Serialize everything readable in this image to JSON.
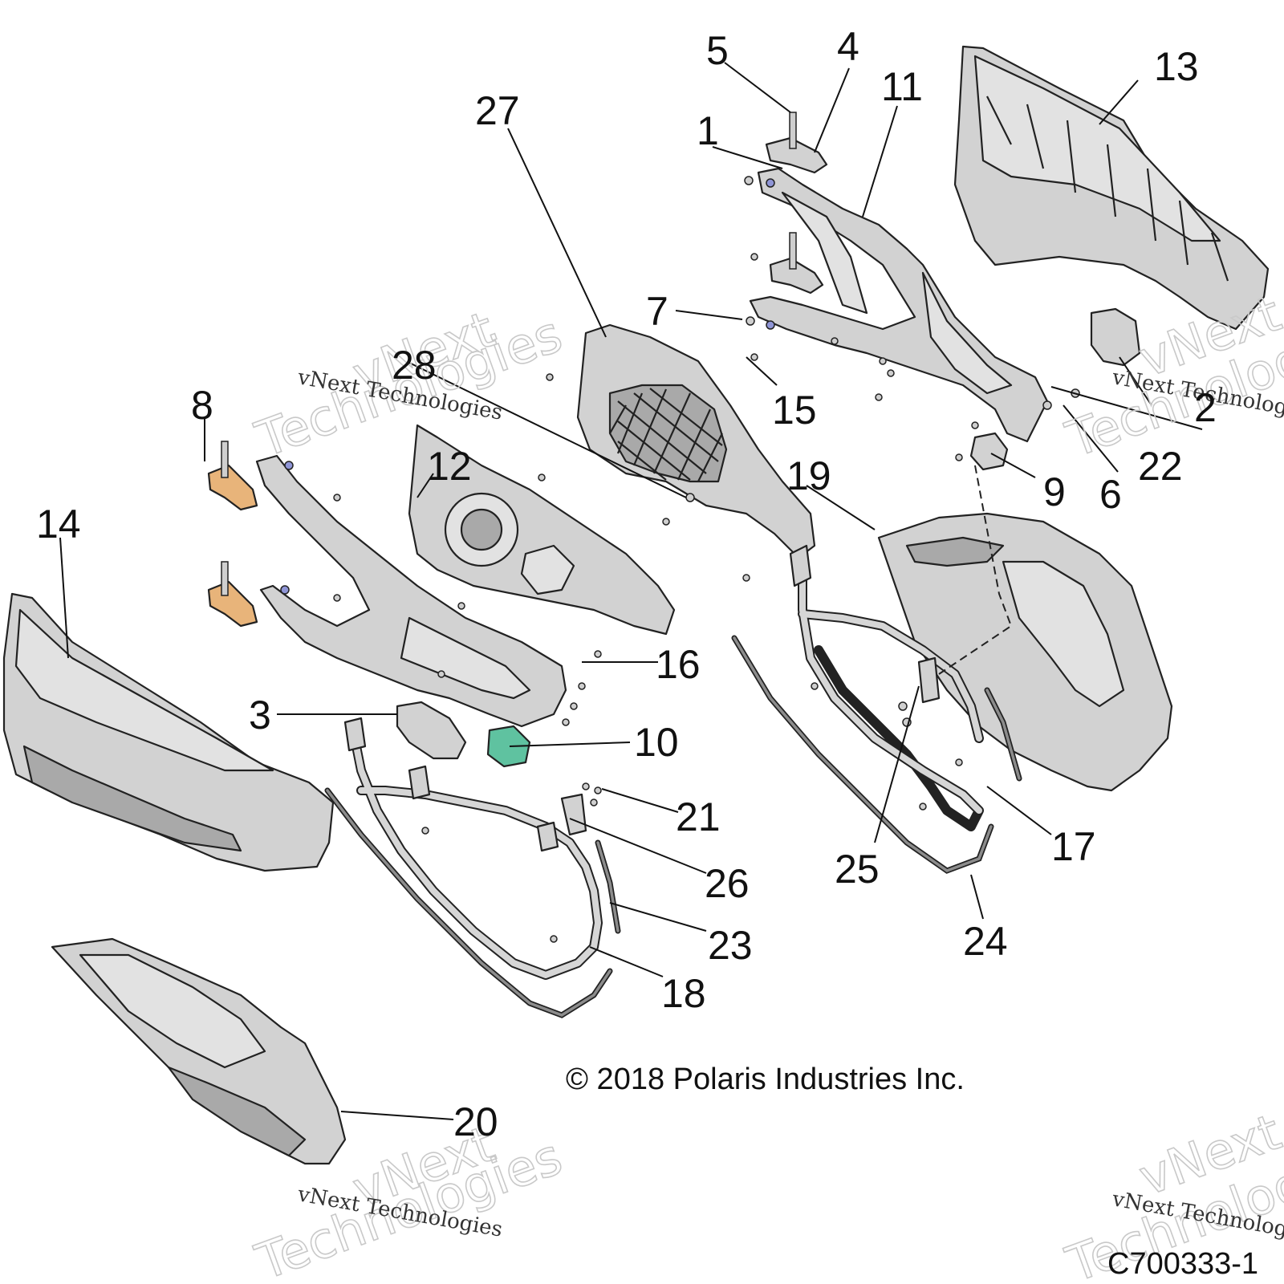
{
  "diagram": {
    "callouts": [
      "1",
      "2",
      "3",
      "4",
      "5",
      "6",
      "7",
      "8",
      "9",
      "10",
      "11",
      "12",
      "13",
      "14",
      "15",
      "16",
      "17",
      "18",
      "19",
      "20",
      "21",
      "22",
      "23",
      "24",
      "25",
      "26",
      "27",
      "28"
    ],
    "copyright": "© 2018 Polaris Industries Inc.",
    "figure_id": "C700333-1",
    "watermark": {
      "company": "vNext Technologies",
      "brand": "vNext",
      "word": "Technologies"
    },
    "colors": {
      "hinge_bracket": "#e8b47a",
      "latch_cover": "#5fc2a0",
      "hardware": "#8f95d6"
    }
  }
}
